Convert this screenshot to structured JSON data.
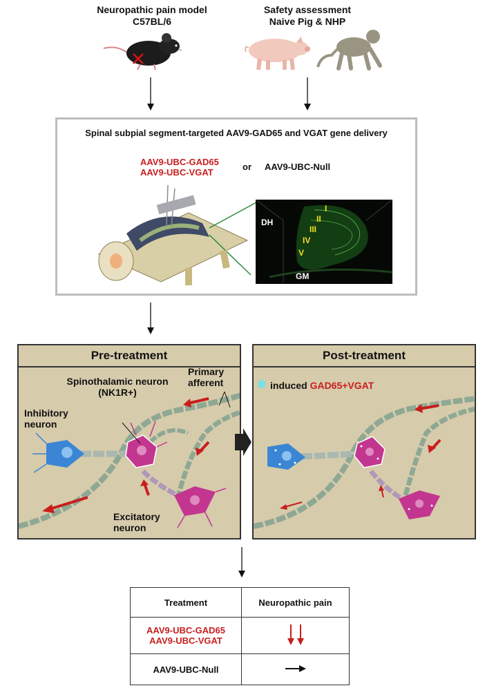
{
  "top": {
    "left_header": [
      "Neuropathic pain model",
      "C57BL/6"
    ],
    "right_header": [
      "Safety assessment",
      "Naive Pig & NHP"
    ]
  },
  "delivery": {
    "title": "Spinal subpial segment-targeted AAV9-GAD65 and VGAT gene delivery",
    "vectors_active": [
      "AAV9-UBC-GAD65",
      "AAV9-UBC-VGAT"
    ],
    "or_text": "or",
    "vector_null": "AAV9-UBC-Null",
    "confocal_labels": {
      "dh": "DH",
      "gm": "GM",
      "laminae": [
        "I",
        "II",
        "III",
        "IV",
        "V"
      ]
    }
  },
  "pre": {
    "title": "Pre-treatment",
    "spinothalamic": [
      "Spinothalamic neuron",
      "(NK1R+)"
    ],
    "primary_afferent": [
      "Primary",
      "afferent"
    ],
    "inhibitory": [
      "Inhibitory",
      "neuron"
    ],
    "excitatory": [
      "Excitatory",
      "neuron"
    ]
  },
  "post": {
    "title": "Post-treatment",
    "legend_text": "induced",
    "legend_red": "GAD65+VGAT"
  },
  "table": {
    "headers": [
      "Treatment",
      "Neuropathic pain"
    ],
    "row1_treatment": [
      "AAV9-UBC-GAD65",
      "AAV9-UBC-VGAT"
    ],
    "row2_treatment": "AAV9-UBC-Null"
  },
  "colors": {
    "red": "#c81e1e",
    "panel_bg": "#d6cbab",
    "inhibitory_neuron": "#3a86d4",
    "excitatory_neuron": "#c2368f",
    "gad_marker": "#7fe0dc"
  },
  "icons": [
    "mouse-icon",
    "pig-icon",
    "monkey-icon",
    "spinal-cord-icon",
    "confocal-image"
  ]
}
